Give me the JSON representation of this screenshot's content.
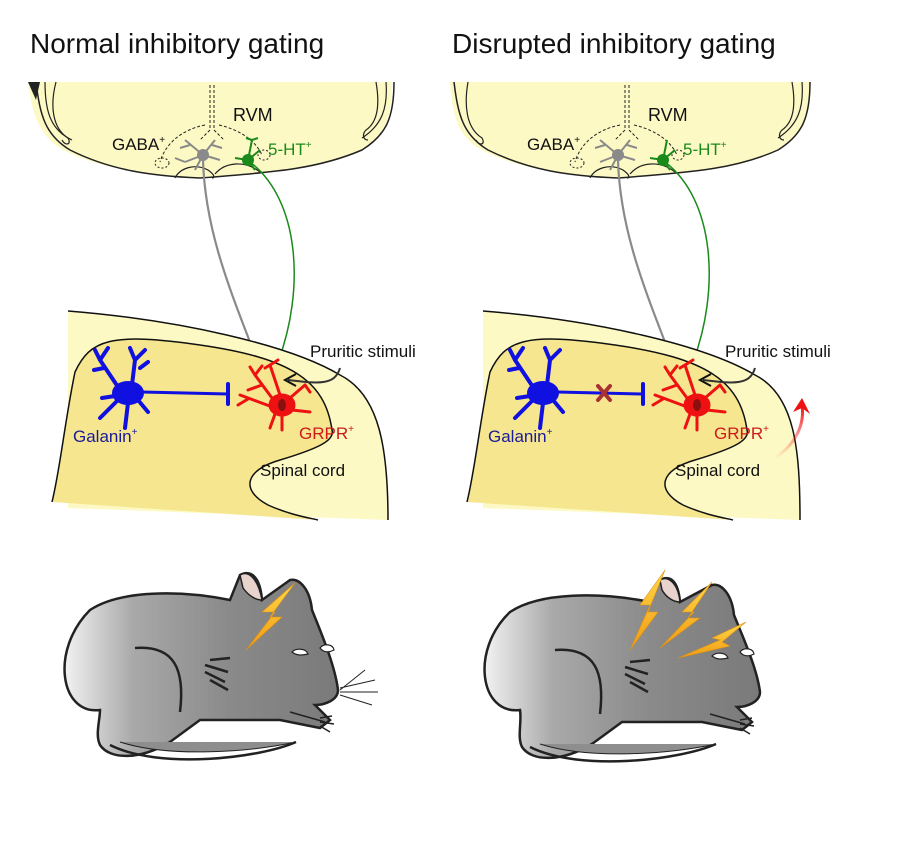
{
  "panels": [
    {
      "title": "Normal inhibitory gating",
      "labels": {
        "rvm": "RVM",
        "gaba": "GABA",
        "gaba_sup": "+",
        "serotonin": "5-HT",
        "serotonin_sup": "+",
        "pruritic": "Pruritic stimuli",
        "galanin": "Galanin",
        "galanin_sup": "+",
        "grpr": "GRPR",
        "grpr_sup": "+",
        "spinal_cord": "Spinal cord"
      },
      "disrupted": false,
      "lightning_bolts": 1
    },
    {
      "title": "Disrupted inhibitory gating",
      "labels": {
        "rvm": "RVM",
        "gaba": "GABA",
        "gaba_sup": "+",
        "serotonin": "5-HT",
        "serotonin_sup": "+",
        "pruritic": "Pruritic stimuli",
        "galanin": "Galanin",
        "galanin_sup": "+",
        "grpr": "GRPR",
        "grpr_sup": "+",
        "spinal_cord": "Spinal cord"
      },
      "disrupted": true,
      "lightning_bolts": 3
    }
  ],
  "colors": {
    "brain_fill": "#fdf9c4",
    "dorsal_horn_fill": "#f5e68f",
    "gaba_neuron": "#8a8a8a",
    "serotonin_neuron": "#1a8a1a",
    "galanin_neuron": "#1010e0",
    "galanin_text": "#1a1a9a",
    "grpr_neuron": "#ee1111",
    "grpr_text": "#cc1a1a",
    "block_mark": "#a83232",
    "mouse_body": "#8e8e8e",
    "lightning": "#f5b316"
  }
}
